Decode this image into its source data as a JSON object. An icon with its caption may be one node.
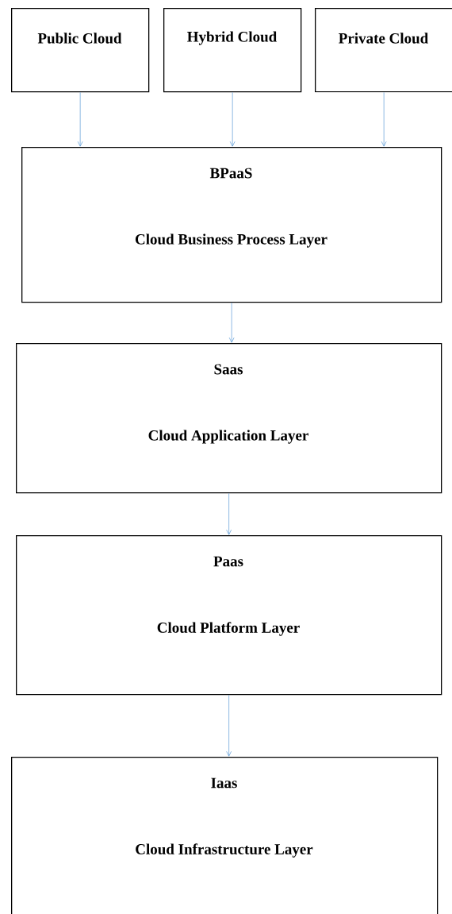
{
  "diagram": {
    "nodes": [
      {
        "text": [
          "Public Cloud"
        ]
      },
      {
        "text": [
          "Hybrid Cloud"
        ]
      },
      {
        "text": [
          "Private Cloud"
        ]
      },
      {
        "text": [
          "BPaaS",
          "Cloud Business Process Layer"
        ]
      },
      {
        "text": [
          "Saas",
          "Cloud Application Layer"
        ]
      },
      {
        "text": [
          "Paas",
          "Cloud Platform Layer"
        ]
      },
      {
        "text": [
          "Iaas",
          "Cloud Infrastructure Layer"
        ]
      }
    ],
    "edges": [
      {
        "from": 0,
        "to": 3,
        "arrow": "to"
      },
      {
        "from": 1,
        "to": 3,
        "arrow": "to"
      },
      {
        "from": 2,
        "to": 3,
        "arrow": "to"
      },
      {
        "from": 3,
        "to": 4,
        "arrow": "to"
      },
      {
        "from": 4,
        "to": 5,
        "arrow": "to"
      },
      {
        "from": 5,
        "to": 6,
        "arrow": "to"
      }
    ]
  }
}
